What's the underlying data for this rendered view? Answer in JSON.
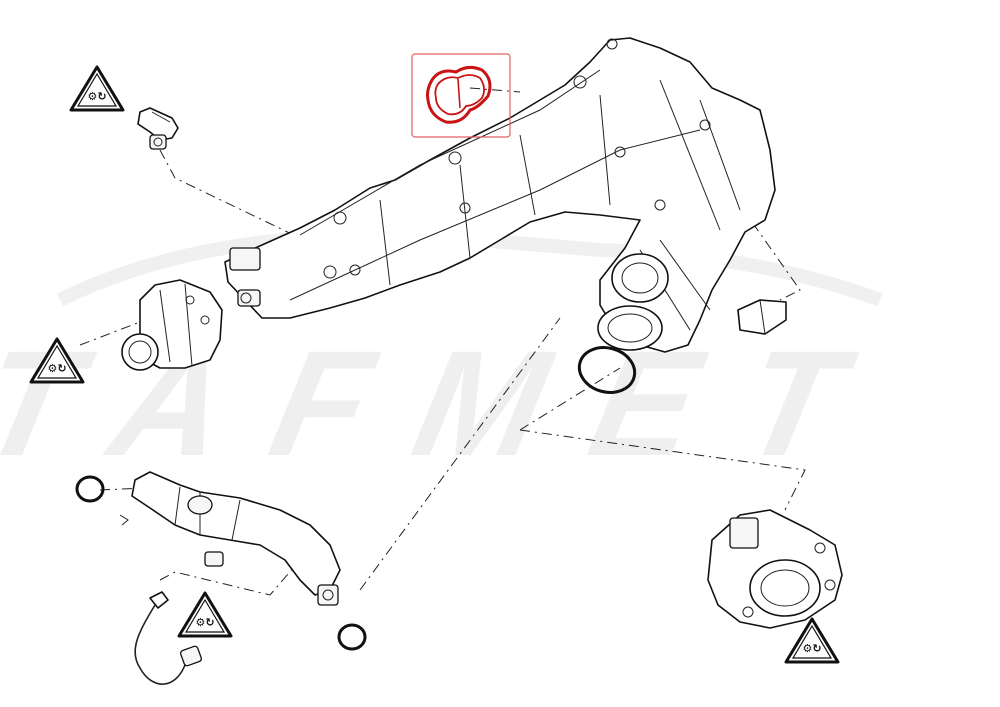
{
  "watermark": {
    "text": "TAFMET",
    "color": "#efefef"
  },
  "highlight": {
    "color": "#c81414",
    "part": "intake-port-gasket"
  },
  "warning_symbol": {
    "icon": "torque-warning-icon",
    "glyph": "⚙↻"
  },
  "parts": [
    "intake-manifold",
    "intake-port-gasket",
    "map-sensor",
    "egr-cooler-housing",
    "egr-pipe",
    "egr-pipe-o-ring",
    "egr-pipe-gasket",
    "temperature-sensor",
    "throttle-body",
    "throttle-body-o-ring",
    "rubber-mount"
  ]
}
